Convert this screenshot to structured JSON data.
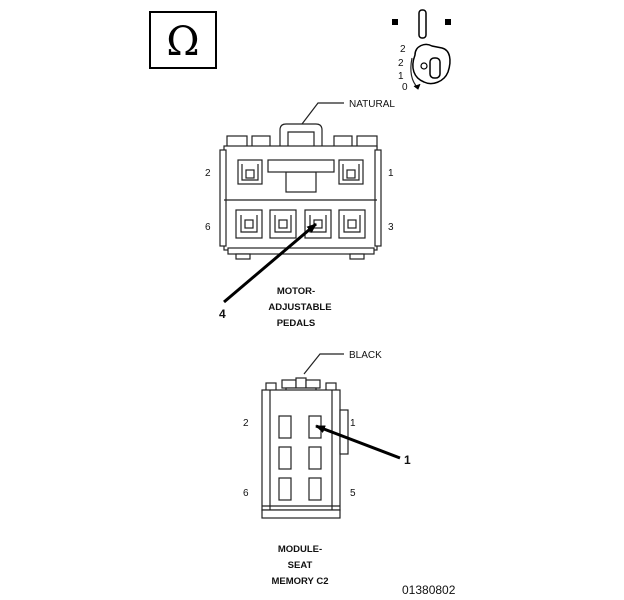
{
  "icons": {
    "omega_symbol": "Ω",
    "key_switch_icon": "ignition-key-icon"
  },
  "ignition_positions": [
    "2",
    "2",
    "1",
    "0"
  ],
  "connector_top": {
    "color_label": "NATURAL",
    "name_lines": [
      "MOTOR-",
      "ADJUSTABLE",
      "PEDALS"
    ],
    "pins": {
      "top_left": "2",
      "top_right": "1",
      "bottom_left": "6",
      "bottom_right": "3"
    },
    "callout": "4"
  },
  "connector_bottom": {
    "color_label": "BLACK",
    "name_lines": [
      "MODULE-",
      "SEAT",
      "MEMORY C2"
    ],
    "pins": {
      "top_left": "2",
      "top_right": "1",
      "bottom_left": "6",
      "bottom_right": "5"
    },
    "callout": "1"
  },
  "figure_id": "01380802"
}
